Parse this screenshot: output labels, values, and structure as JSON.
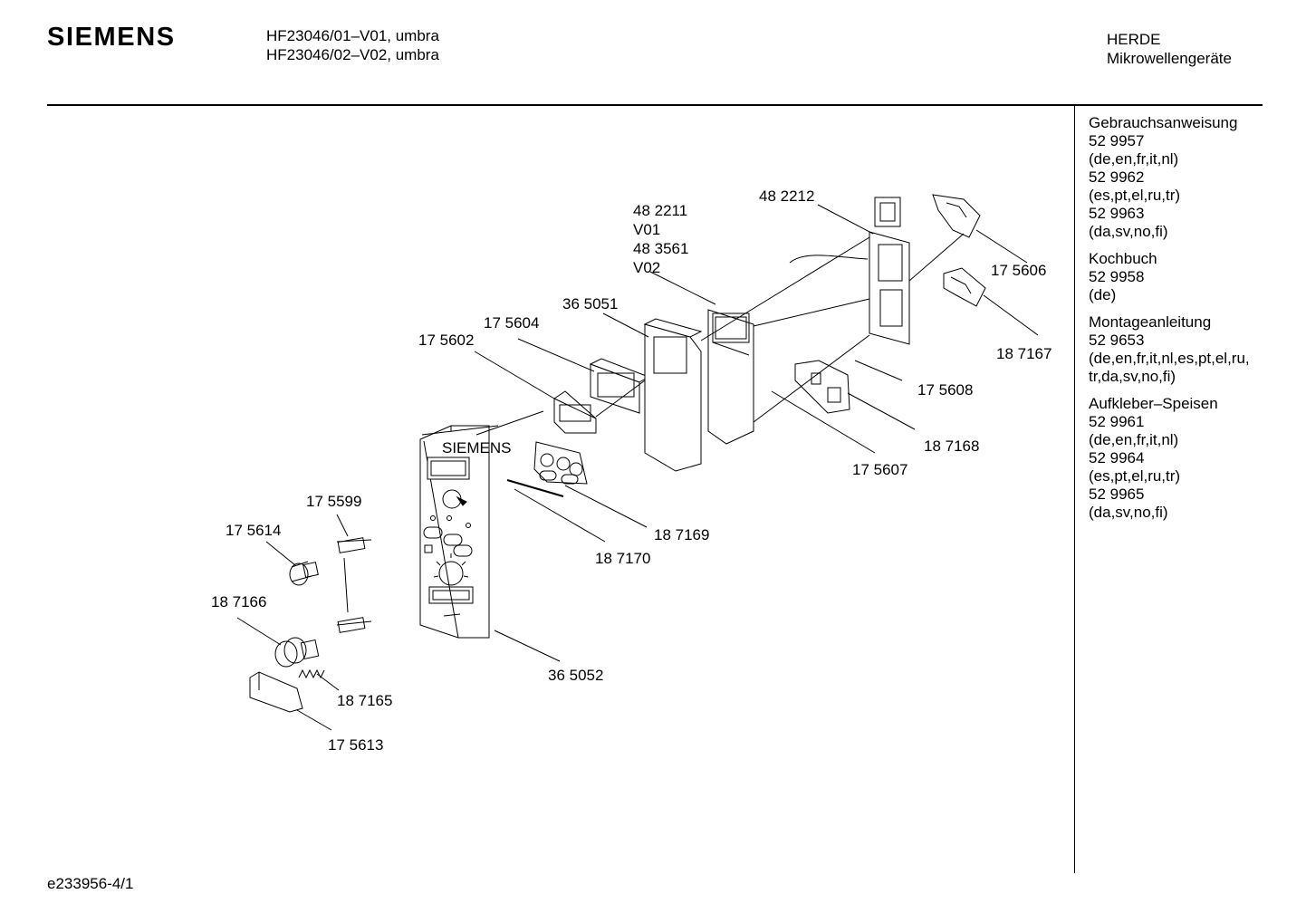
{
  "header": {
    "brand": "SIEMENS",
    "models": [
      "HF23046/01–V01, umbra",
      "HF23046/02–V02, umbra"
    ],
    "category": [
      "HERDE",
      "Mikrowellengeräte"
    ]
  },
  "sidebar": [
    {
      "title": "Gebrauchsanweisung",
      "lines": [
        "52 9957",
        "(de,en,fr,it,nl)",
        "52 9962",
        "(es,pt,el,ru,tr)",
        "52 9963",
        "(da,sv,no,fi)"
      ]
    },
    {
      "title": "Kochbuch",
      "lines": [
        "52 9958",
        "(de)"
      ]
    },
    {
      "title": "Montageanleitung",
      "lines": [
        "52 9653",
        "(de,en,fr,it,nl,es,pt,el,ru,",
        "tr,da,sv,no,fi)"
      ]
    },
    {
      "title": "Aufkleber–Speisen",
      "lines": [
        "52 9961",
        "(de,en,fr,it,nl)",
        "52 9964",
        "(es,pt,el,ru,tr)",
        "52 9965",
        "(da,sv,no,fi)"
      ]
    }
  ],
  "parts": {
    "p482211": "48 2211",
    "v01": "V01",
    "p483561": "48 3561",
    "v02": "V02",
    "p482212": "48 2212",
    "p365051": "36 5051",
    "p175604": "17 5604",
    "p175602": "17 5602",
    "p175606": "17 5606",
    "p187167": "18 7167",
    "p175608": "17 5608",
    "p187168": "18 7168",
    "p175607": "17 5607",
    "p187169": "18 7169",
    "p187170": "18 7170",
    "p175599": "17 5599",
    "p175614": "17 5614",
    "p187166": "18 7166",
    "p365052": "36 5052",
    "p187165": "18 7165",
    "p175613": "17 5613"
  },
  "panel_brand": "SIEMENS",
  "footer": {
    "code": "e233956-4/1"
  }
}
